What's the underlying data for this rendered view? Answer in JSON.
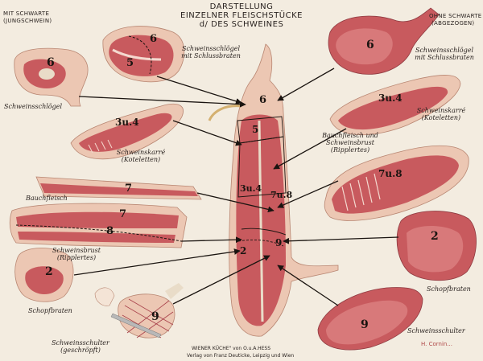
{
  "header": {
    "line1": "DARSTELLUNG",
    "line2": "EINZELNER FLEISCHSTÜCKE",
    "line3": "d/ DES SCHWEINES"
  },
  "corners": {
    "left_1": "MIT SCHWARTE",
    "left_2": "(JUNGSCHWEIN)",
    "right_1": "OHNE SCHWARTE",
    "right_2": "(ABGEZOGEN)"
  },
  "labels": {
    "schlaegel_left": "Schweinsschlögel",
    "schlaegel_mid_1": "Schweinsschlögel",
    "schlaegel_mid_2": "mit Schlussbraten",
    "schlaegel_right_1": "Schweinsschlögel",
    "schlaegel_right_2": "mit Schlussbraten",
    "karree_left_1": "Schweinskarré",
    "karree_left_2": "(Koteletten)",
    "karree_right_1": "Schweinskarré",
    "karree_right_2": "(Koteletten)",
    "bauch_right_1": "Bauchfleisch und",
    "bauch_right_2": "Schweinsbrust",
    "bauch_right_3": "(Ripplertes)",
    "bauchfleisch": "Bauchfleisch",
    "brust_1": "Schweinsbrust",
    "brust_2": "(Ripplertes)",
    "schopf_left": "Schopfbraten",
    "schopf_right": "Schopfbraten",
    "schulter_left_1": "Schweinsschulter",
    "schulter_left_2": "(geschröpft)",
    "schulter_right": "Schweinsschulter"
  },
  "numbers": {
    "ham_left": "6",
    "ham_mid_a": "6",
    "ham_mid_b": "5",
    "ham_right": "6",
    "karree_left": "3u.4",
    "karree_right": "3u.4",
    "belly_right": "7u.8",
    "belly_strip": "7",
    "brust_a": "7",
    "brust_b": "8",
    "schopf_left": "2",
    "schopf_right": "2",
    "schulter_left": "9",
    "schulter_right": "9",
    "carcass_6": "6",
    "carcass_5": "5",
    "carcass_34": "3u.4",
    "carcass_78": "7u.8",
    "carcass_9": "9",
    "carcass_2": "2"
  },
  "footer": {
    "line1": "WIENER KÜCHE\" von O.u.A.HESS",
    "line2": "Verlag von Franz Deuticke, Leipzig und Wien",
    "signature": "H. Cornin..."
  },
  "colors": {
    "meat": "#c85a5e",
    "meat_dark": "#a8404a",
    "fat": "#f4d9cf",
    "skin": "#ecc7b3",
    "bone": "#e9dcc8",
    "paper": "#f3ece0",
    "ink": "#1a1410"
  }
}
